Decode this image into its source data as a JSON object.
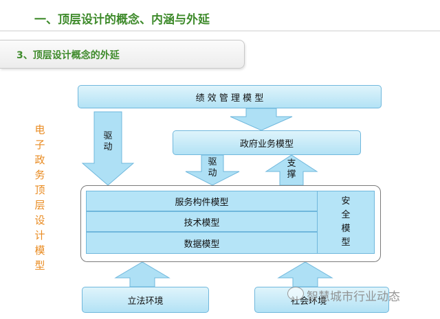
{
  "header": {
    "title": "一、顶层设计的概念、内涵与外延",
    "section_title": "3、顶层设计概念的外延"
  },
  "diagram": {
    "side_label": "电子政务顶层设计模型",
    "perf_model": "绩 效 管 理 模 型",
    "gov_model": "政府业务模型",
    "drive_left": "驱动",
    "drive_mid": "驱动",
    "support": "支撑",
    "service_model": "服务构件模型",
    "tech_model": "技术模型",
    "data_model": "数据模型",
    "security_model": "安全模型",
    "legislation": "立法环境",
    "social_env": "社会环境"
  },
  "watermark": {
    "text": "智慧城市行业动态"
  },
  "colors": {
    "green_title": "#3f8b2c",
    "orange_label": "#e98a1f",
    "box_blue": "#b3e2f5",
    "box_border": "#6fb7dc"
  }
}
